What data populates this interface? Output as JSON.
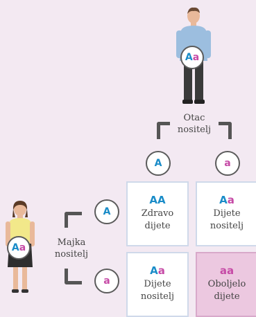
{
  "father": {
    "label_line1": "Otac",
    "label_line2": "nositelj",
    "genotype": [
      "A",
      "a"
    ]
  },
  "mother": {
    "label_line1": "Majka",
    "label_line2": "nositelj",
    "genotype": [
      "A",
      "a"
    ]
  },
  "father_alleles": [
    "A",
    "a"
  ],
  "mother_alleles": [
    "A",
    "a"
  ],
  "grid": [
    {
      "genotype": [
        "A",
        "A"
      ],
      "line1": "Zdravo",
      "line2": "dijete",
      "affected": false
    },
    {
      "genotype": [
        "A",
        "a"
      ],
      "line1": "Dijete",
      "line2": "nositelj",
      "affected": false
    },
    {
      "genotype": [
        "A",
        "a"
      ],
      "line1": "Dijete",
      "line2": "nositelj",
      "affected": false
    },
    {
      "genotype": [
        "a",
        "a"
      ],
      "line1": "Oboljelo",
      "line2": "dijete",
      "affected": true
    }
  ],
  "colors": {
    "dominant": "#1a8cc8",
    "recessive": "#c64aa6",
    "background": "#f3e9f2"
  }
}
